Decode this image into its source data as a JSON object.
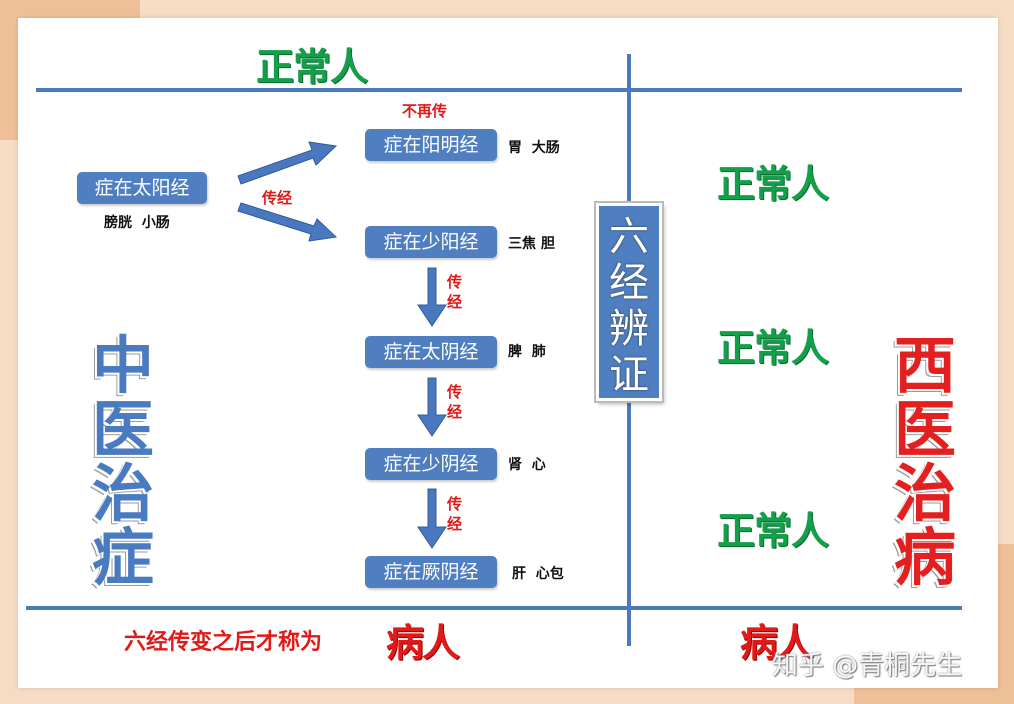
{
  "top_label": "正常人",
  "right_labels": [
    "正常人",
    "正常人",
    "正常人"
  ],
  "meridians": [
    {
      "label": "症在太阳经",
      "organs": "膀胱  小肠"
    },
    {
      "label": "症在阳明经",
      "organs": "胃  大肠"
    },
    {
      "label": "症在少阳经",
      "organs": "三焦 胆"
    },
    {
      "label": "症在太阴经",
      "organs": "脾  肺"
    },
    {
      "label": "症在少阴经",
      "organs": "肾  心"
    },
    {
      "label": "症在厥阴经",
      "organs": "肝  心包"
    }
  ],
  "no_more_transmit": "不再传",
  "transmit": "传经",
  "down_transmit": [
    "传经",
    "传经",
    "传经"
  ],
  "center_title": "六经辨证",
  "left_title": "中医治症",
  "right_title": "西医治病",
  "bottom_left_text": "六经传变之后才称为",
  "patient": "病人",
  "bottom_right_patient": "病人",
  "watermark": "知乎 @青桐先生",
  "colors": {
    "blue": "#4f7fc0",
    "green": "#14a04a",
    "red": "#e01919",
    "bg": "#f6dcc4"
  }
}
